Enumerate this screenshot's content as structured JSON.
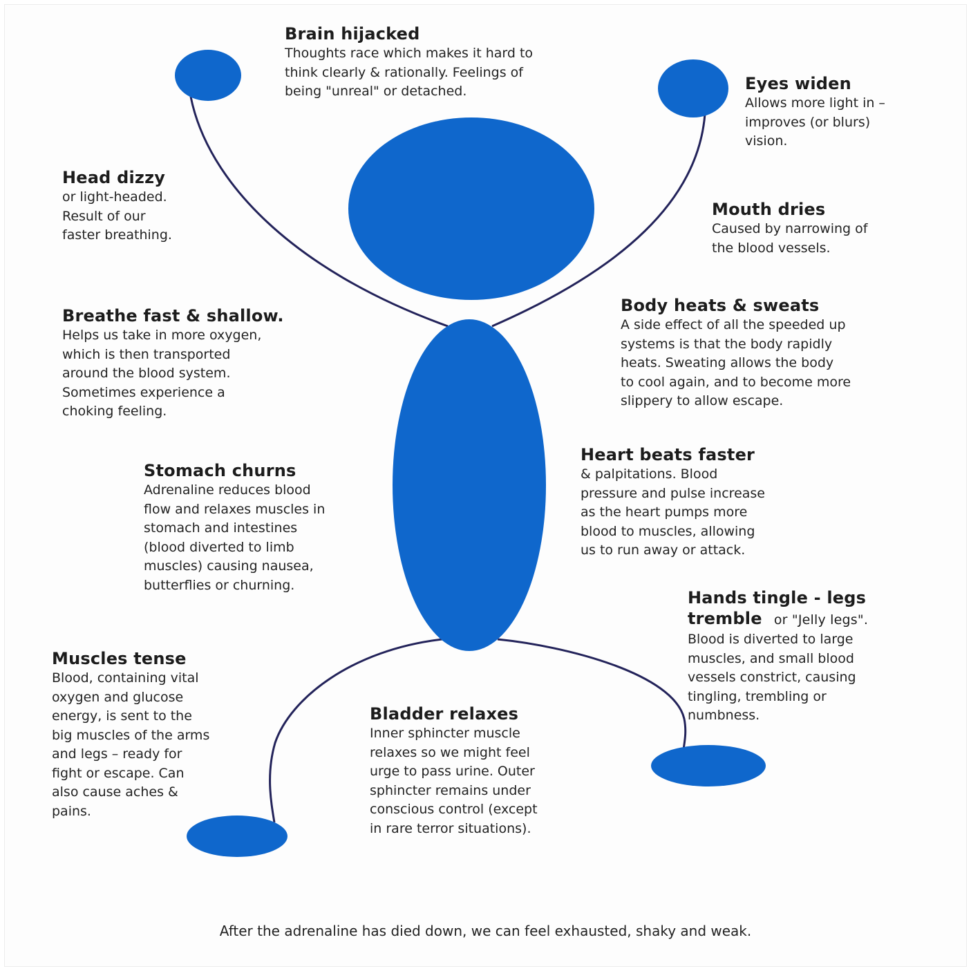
{
  "colors": {
    "figure_fill": "#0f67cc",
    "limb_stroke": "#23235a",
    "text": "#222222"
  },
  "annotations": {
    "brain": {
      "title": "Brain hijacked",
      "body": "Thoughts race which makes it hard to\nthink clearly & rationally.  Feelings of\nbeing \"unreal\" or detached."
    },
    "eyes": {
      "title": "Eyes widen",
      "body": "Allows more light in –\nimproves (or blurs)\nvision."
    },
    "head": {
      "title": "Head dizzy",
      "body": "or light-headed.\nResult of our\nfaster breathing."
    },
    "mouth": {
      "title": "Mouth dries",
      "body": "Caused by narrowing of\nthe blood vessels."
    },
    "breathe": {
      "title": "Breathe fast & shallow.",
      "body": "Helps us take in more oxygen,\nwhich is then transported\naround the blood system.\nSometimes experience a\nchoking feeling."
    },
    "body_heat": {
      "title": "Body heats & sweats",
      "body": "A side effect of all the speeded up\nsystems is that the body rapidly\nheats.   Sweating allows the body\nto cool again, and to become more\nslippery to allow escape."
    },
    "heart": {
      "title": "Heart beats faster",
      "body": "& palpitations.  Blood\npressure and pulse increase\nas the heart pumps more\nblood to muscles, allowing\nus to run away or attack."
    },
    "stomach": {
      "title": "Stomach churns",
      "body": "Adrenaline reduces blood\nflow and relaxes muscles in\nstomach and intestines\n(blood diverted to limb\nmuscles) causing nausea,\nbutterflies or churning."
    },
    "hands": {
      "title_line1": "Hands tingle - legs",
      "title_line2": "tremble",
      "title_note": "or \"Jelly legs\".",
      "body": "Blood is diverted to large\nmuscles, and small blood\nvessels constrict, causing\ntingling, trembling or\nnumbness."
    },
    "muscles": {
      "title": "Muscles tense",
      "body": "Blood, containing vital\noxygen and glucose\nenergy, is sent to the\nbig muscles of the arms\nand legs – ready for\nfight or escape.  Can\nalso cause aches &\npains."
    },
    "bladder": {
      "title": "Bladder relaxes",
      "body": "Inner sphincter muscle\nrelaxes so we might feel\nurge to pass urine.  Outer\nsphincter remains under\nconscious control (except\nin rare terror situations)."
    }
  },
  "footer": "After the adrenaline has died down, we can feel exhausted, shaky and weak."
}
